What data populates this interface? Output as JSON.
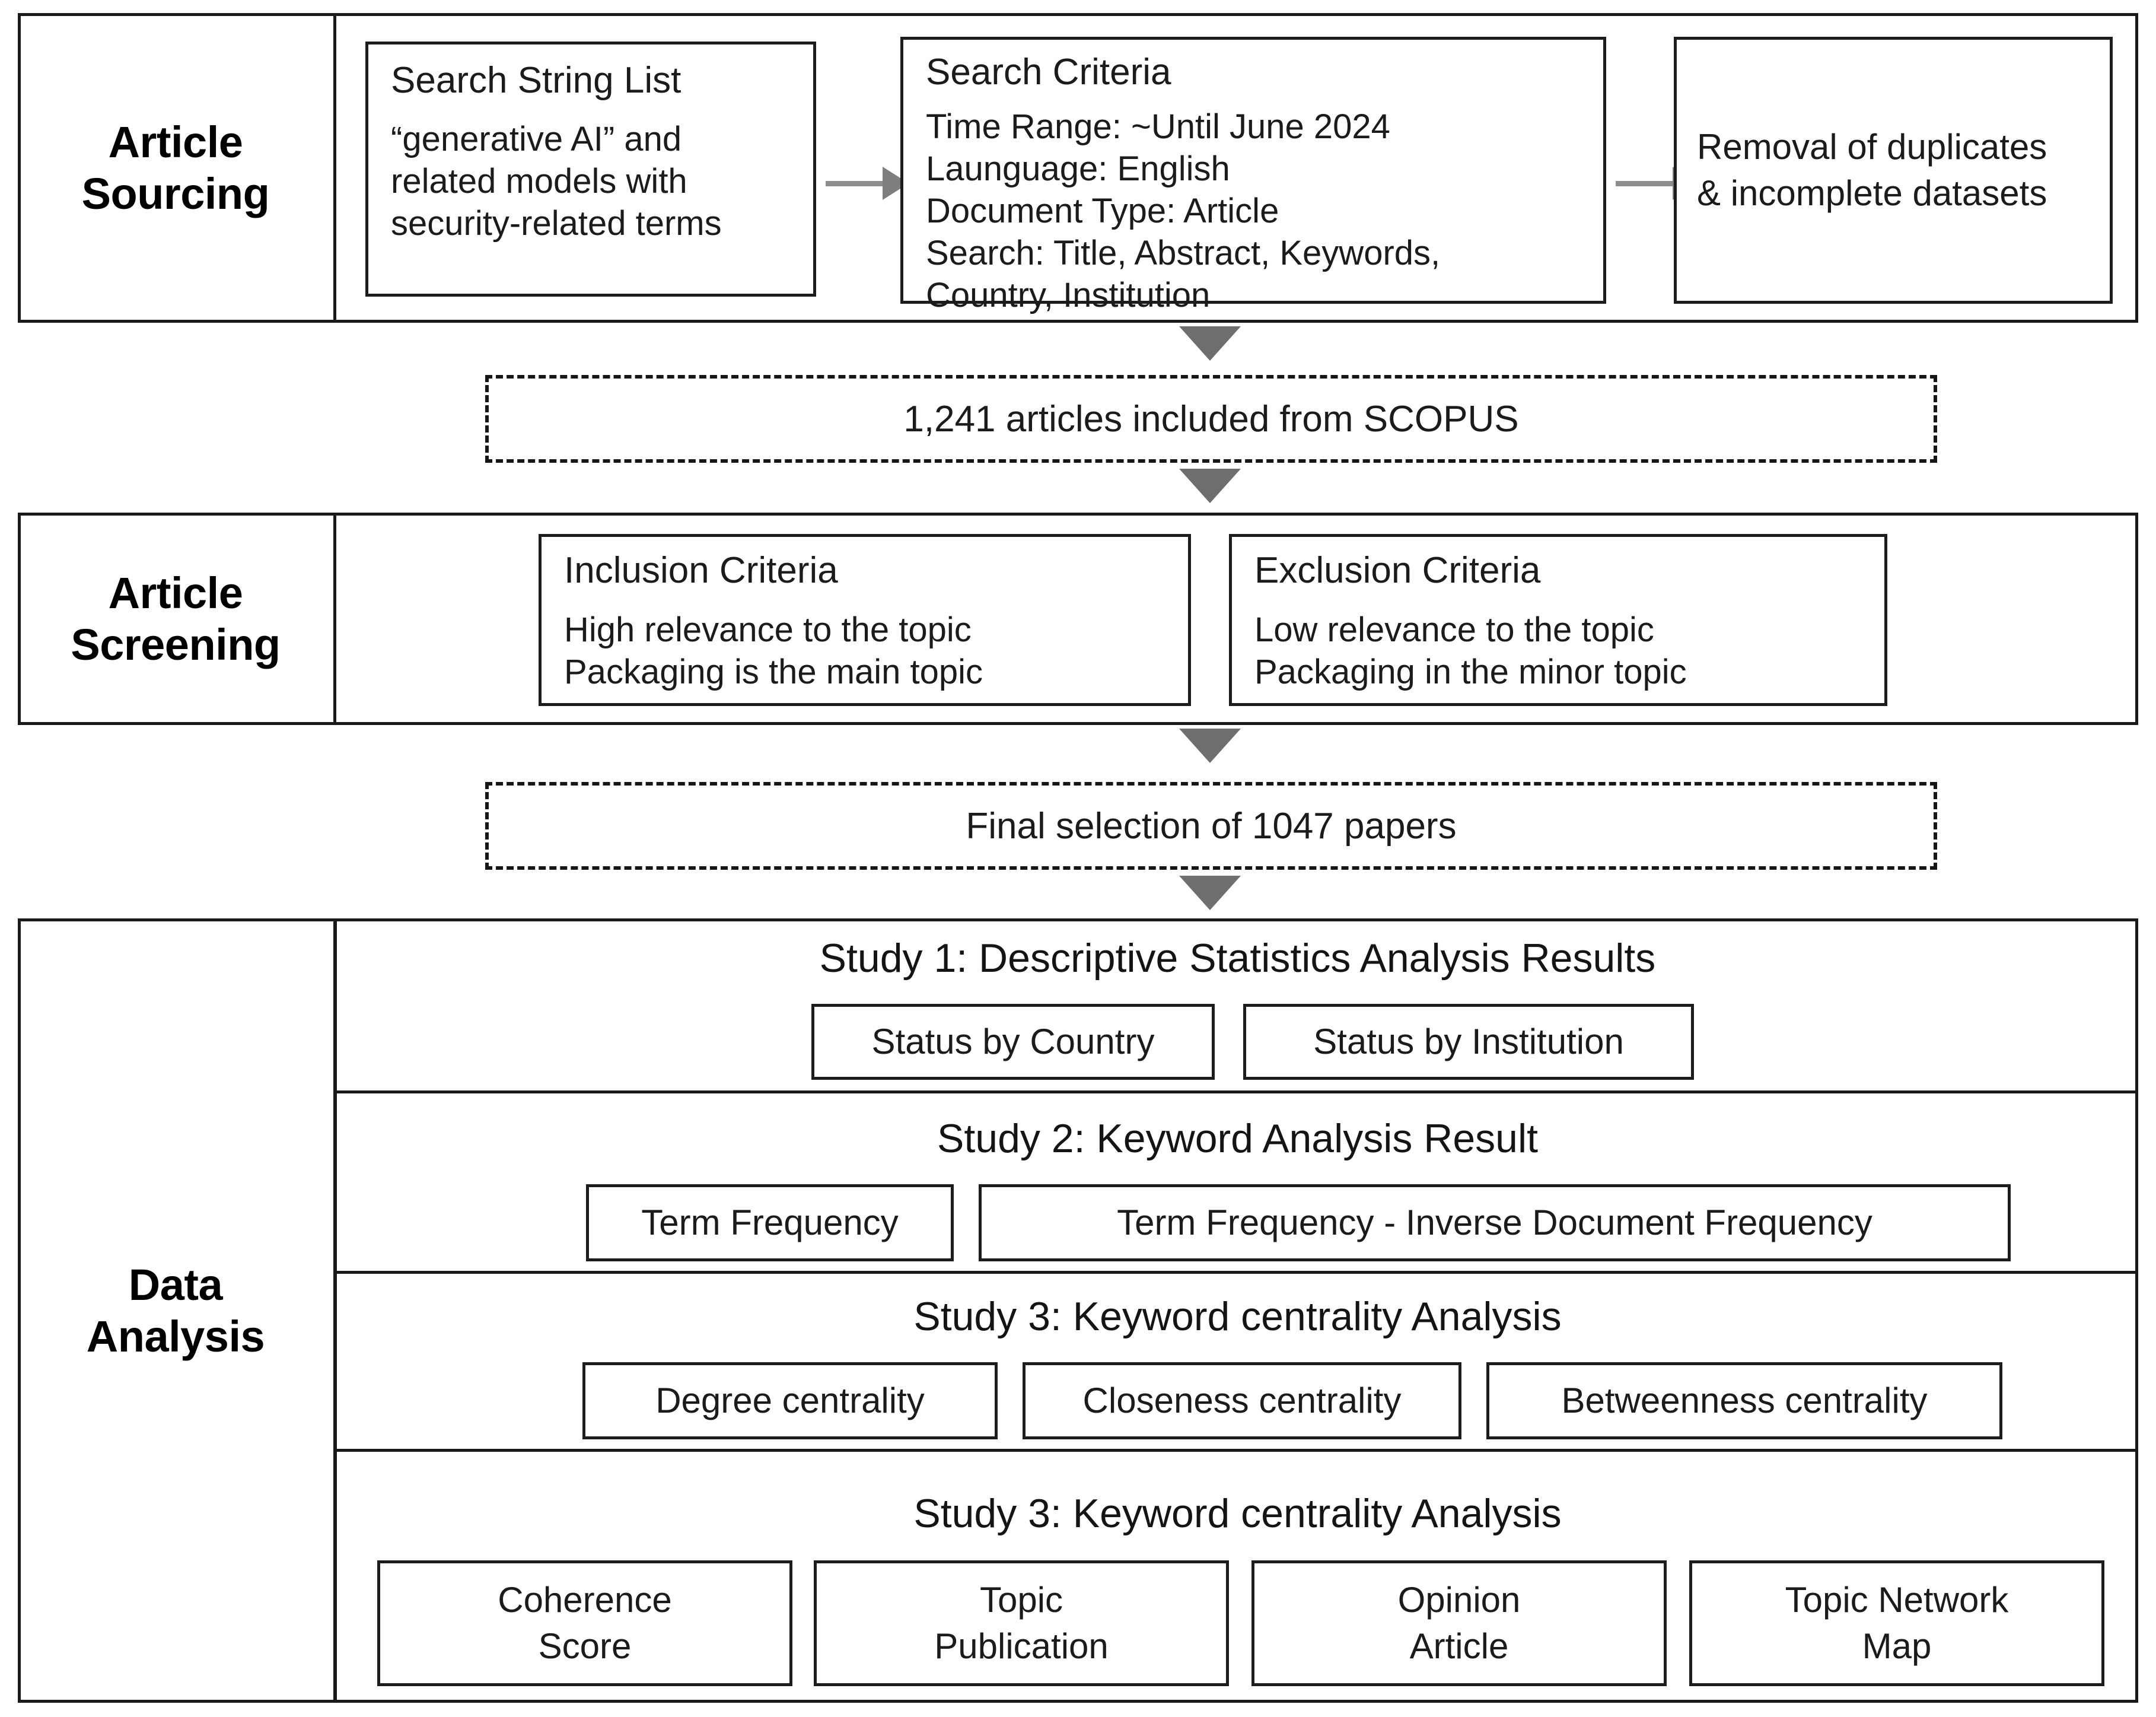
{
  "figure": {
    "kind": "prisma-style-flowchart",
    "accent_color": "#7e7e7e",
    "line_color": "#1a1a1a"
  },
  "stages": [
    {
      "id": "article-sourcing",
      "label": "Article\nSourcing"
    },
    {
      "id": "article-screening",
      "label": "Article\nScreening"
    },
    {
      "id": "data-analysis",
      "label": "Data\nAnalysis"
    }
  ],
  "sourcing": {
    "search_string": {
      "title": "Search String List",
      "body": "“generative AI” and\nrelated models with\nsecurity-related terms"
    },
    "search_criteria": {
      "title": "Search Criteria",
      "lines": [
        "Time Range: ~Until June 2024",
        "Launguage: English",
        "Document Type: Article",
        "Search: Title, Abstract, Keywords,",
        "Country, Institution"
      ]
    },
    "removal": {
      "text": "Removal of duplicates\n& incomplete datasets"
    }
  },
  "included_banner": {
    "text": "1,241 articles included from SCOPUS"
  },
  "screening": {
    "inclusion": {
      "title": "Inclusion Criteria",
      "lines": [
        "High relevance to the topic",
        "Packaging is the main topic"
      ]
    },
    "exclusion": {
      "title": "Exclusion Criteria",
      "lines": [
        "Low relevance to the topic",
        "Packaging in the minor topic"
      ]
    }
  },
  "final_banner": {
    "text": "Final selection of 1047 papers"
  },
  "analysis": {
    "study1": {
      "heading": "Study 1: Descriptive Statistics Analysis Results",
      "items": [
        "Status by Country",
        "Status by Institution"
      ]
    },
    "study2": {
      "heading": "Study 2: Keyword Analysis Result",
      "items": [
        "Term Frequency",
        "Term Frequency - Inverse Document Frequency"
      ]
    },
    "study3a": {
      "heading": "Study 3: Keyword centrality Analysis",
      "items": [
        "Degree centrality",
        "Closeness centrality",
        "Betweenness centrality"
      ]
    },
    "study3b": {
      "heading": "Study 3: Keyword centrality Analysis",
      "items": [
        "Coherence\nScore",
        "Topic\nPublication",
        "Opinion\nArticle",
        "Topic Network\nMap"
      ]
    }
  }
}
